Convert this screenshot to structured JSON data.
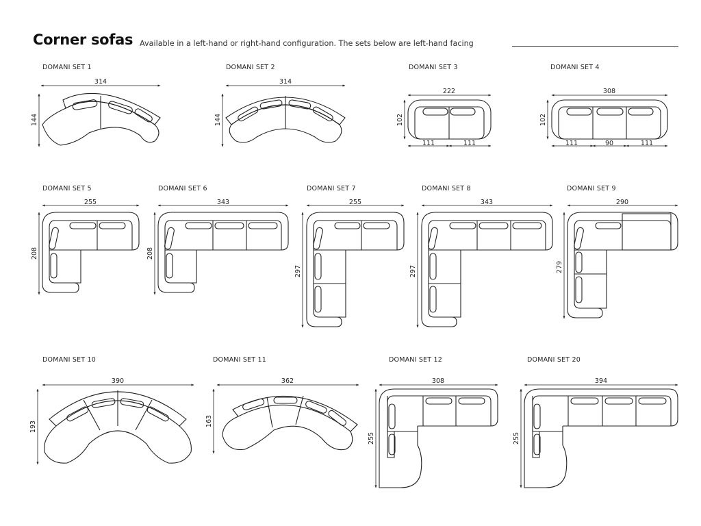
{
  "header": {
    "title": "Corner sofas",
    "subtitle": "Available in a left-hand or right-hand configuration. The sets below are left-hand facing"
  },
  "sets": [
    {
      "id": "s1",
      "label": "DOMANI SET 1",
      "width": "314",
      "height": "144"
    },
    {
      "id": "s2",
      "label": "DOMANI SET 2",
      "width": "314",
      "height": "144"
    },
    {
      "id": "s3",
      "label": "DOMANI SET 3",
      "width": "222",
      "height": "102",
      "segments": [
        "111",
        "111"
      ]
    },
    {
      "id": "s4",
      "label": "DOMANI SET 4",
      "width": "308",
      "height": "102",
      "segments": [
        "111",
        "90",
        "111"
      ]
    },
    {
      "id": "s5",
      "label": "DOMANI SET 5",
      "width": "255",
      "height": "208"
    },
    {
      "id": "s6",
      "label": "DOMANI SET 6",
      "width": "343",
      "height": "208"
    },
    {
      "id": "s7",
      "label": "DOMANI SET 7",
      "width": "255",
      "height": "297"
    },
    {
      "id": "s8",
      "label": "DOMANI SET 8",
      "width": "343",
      "height": "297"
    },
    {
      "id": "s9",
      "label": "DOMANI SET 9",
      "width": "290",
      "height": "279"
    },
    {
      "id": "s10",
      "label": "DOMANI SET 10",
      "width": "390",
      "height": "193"
    },
    {
      "id": "s11",
      "label": "DOMANI SET 11",
      "width": "362",
      "height": "163"
    },
    {
      "id": "s12",
      "label": "DOMANI SET 12",
      "width": "308",
      "height": "255"
    },
    {
      "id": "s20",
      "label": "DOMANI SET 20",
      "width": "394",
      "height": "255"
    }
  ]
}
